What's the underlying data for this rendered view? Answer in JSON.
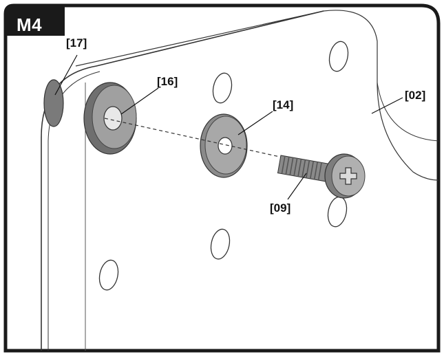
{
  "step": {
    "label": "M4"
  },
  "callouts": {
    "c17": "[17]",
    "c16": "[16]",
    "c14": "[14]",
    "c02": "[02]",
    "c09": "[09]"
  },
  "colors": {
    "frame": "#1a1a1a",
    "line": "#333333",
    "washer_dark": "#6f6f6f",
    "washer_light": "#a8a8a8",
    "screw": "#8a8a8a",
    "screw_thread": "#555555"
  }
}
